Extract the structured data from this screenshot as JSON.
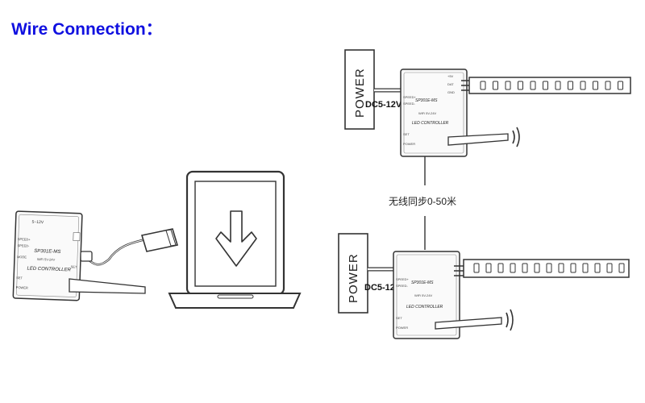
{
  "title": "Wire Connection：",
  "colors": {
    "title": "#1010e0",
    "line": "#333333",
    "light_fill": "#f4f4f4"
  },
  "controller": {
    "model": "SP301E-MS",
    "subtitle": "WiFi 5V-24V",
    "name": "LED CONTROLLER",
    "voltage_small": "5~12V",
    "port_speed_1": "SPEED+",
    "port_speed_2": "SPEED-",
    "port_mode": "MODE",
    "port_set": "SET",
    "port_power": "POWER",
    "port_vcc": "+5V",
    "port_dat": "DAT",
    "port_gnd": "GND"
  },
  "power_label": "POWER",
  "dc_label": "DC5-12V",
  "sync_label": "无线同步0-50米",
  "icons": {
    "download": "download-arrow-icon",
    "wifi": "wifi-signal-icon",
    "usb": "usb-plug-icon"
  }
}
